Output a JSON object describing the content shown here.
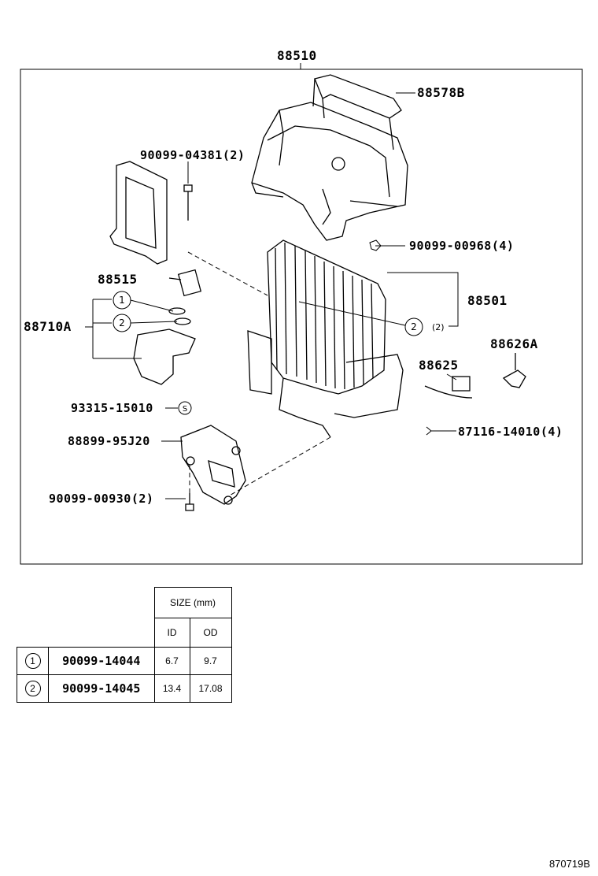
{
  "labels": {
    "p88510": "88510",
    "p88578b": "88578B",
    "p90099_04381": "90099-04381(2)",
    "p90099_00968": "90099-00968(4)",
    "p88515": "88515",
    "p88501": "88501",
    "p88710a": "88710A",
    "p88626a": "88626A",
    "p88625": "88625",
    "p93315": "93315-15010",
    "p88899": "88899-95J20",
    "p87116": "87116-14010(4)",
    "p90099_00930": "90099-00930(2)",
    "callout_1": "1",
    "callout_2": "2",
    "callout_2b": "2",
    "callout_2b_qty": "(2)",
    "callout_s": "S"
  },
  "size_table": {
    "header": "SIZE (mm)",
    "col_id": "ID",
    "col_od": "OD",
    "rows": [
      {
        "ref": "1",
        "part": "90099-14044",
        "id": "6.7",
        "od": "9.7"
      },
      {
        "ref": "2",
        "part": "90099-14045",
        "id": "13.4",
        "od": "17.08"
      }
    ]
  },
  "drawing_code": "870719B"
}
